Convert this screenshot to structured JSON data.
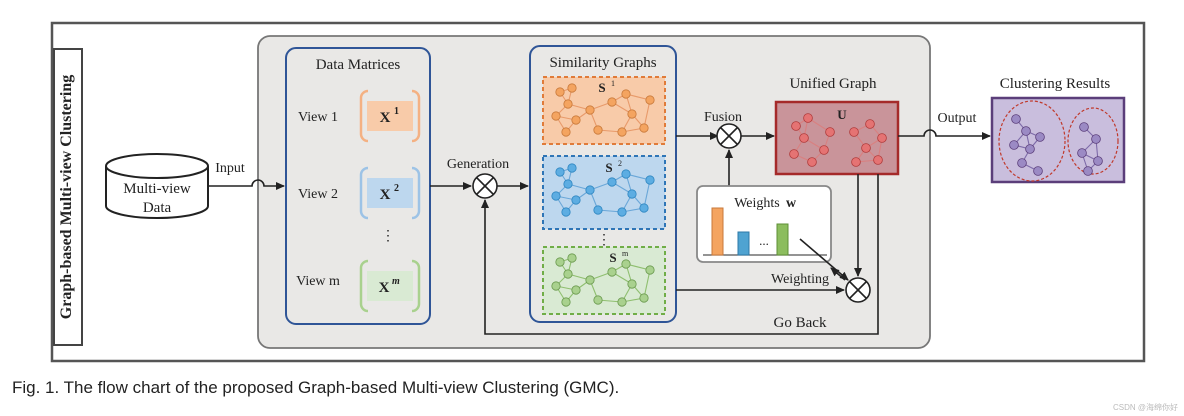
{
  "side_title": "Graph-based Multi-view Clustering",
  "multiview": {
    "line1": "Multi-view",
    "line2": "Data"
  },
  "arrows": {
    "input": "Input",
    "generation": "Generation",
    "fusion": "Fusion",
    "output": "Output",
    "weighting": "Weighting",
    "go_back": "Go Back"
  },
  "data_matrices": {
    "title": "Data Matrices",
    "views": [
      {
        "label": "View 1",
        "base": "X",
        "sup": "1"
      },
      {
        "label": "View 2",
        "base": "X",
        "sup": "2"
      },
      {
        "label": "View m",
        "base": "X",
        "sup": "m"
      }
    ],
    "ellipsis": "⋮"
  },
  "similarity_graphs": {
    "title": "Similarity Graphs",
    "graphs": [
      {
        "base": "S",
        "sup": "1"
      },
      {
        "base": "S",
        "sup": "2"
      },
      {
        "base": "S",
        "sup": "m"
      }
    ],
    "ellipsis": "⋮"
  },
  "unified_graph": {
    "title": "Unified Graph",
    "label": "U"
  },
  "weights": {
    "label": "Weights",
    "symbol": "w",
    "ellipsis": "..."
  },
  "clustering_results": {
    "title": "Clustering Results"
  },
  "colors": {
    "orange": "#f4b183",
    "blue": "#9dc3e6",
    "green": "#c5e0b3",
    "red_box": "#a52a2a",
    "purple_box": "#5b3e7a",
    "panel": "#e9e8e6"
  },
  "caption": "Fig. 1. The flow chart of the proposed Graph-based Multi-view Clustering (GMC).",
  "watermark": "CSDN @海绵你好"
}
